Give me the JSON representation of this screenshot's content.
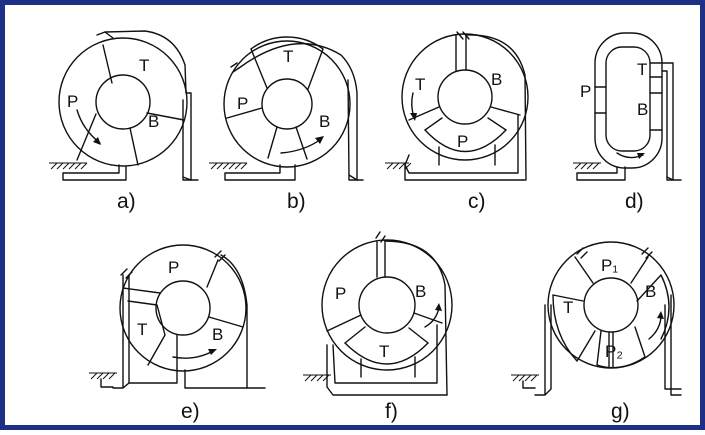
{
  "diagrams": [
    {
      "caption": "a)",
      "labels": [
        "P",
        "T",
        "B"
      ]
    },
    {
      "caption": "b)",
      "labels": [
        "P",
        "T",
        "B"
      ]
    },
    {
      "caption": "c)",
      "labels": [
        "T",
        "B",
        "P"
      ]
    },
    {
      "caption": "d)",
      "labels": [
        "P",
        "T",
        "B"
      ]
    },
    {
      "caption": "e)",
      "labels": [
        "P",
        "T",
        "B"
      ]
    },
    {
      "caption": "f)",
      "labels": [
        "P",
        "B",
        "T"
      ]
    },
    {
      "caption": "g)",
      "labels": [
        "P₁",
        "T",
        "B",
        "P₂"
      ]
    }
  ],
  "colors": {
    "frame": "#1e2f86",
    "ink": "#111111",
    "background": "#ffffff"
  }
}
